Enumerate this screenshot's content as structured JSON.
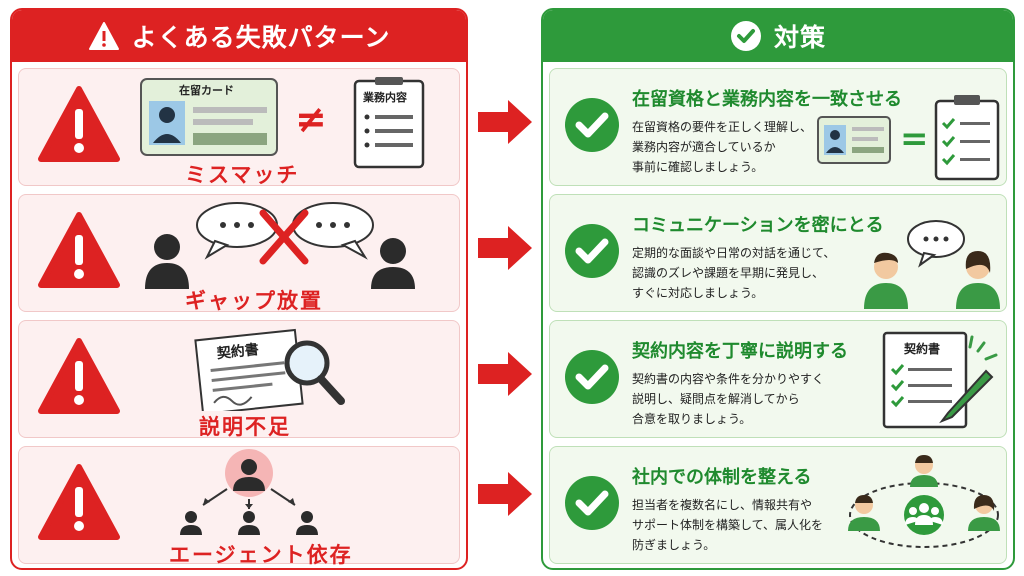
{
  "left_header": {
    "title": "よくある失敗パターン",
    "icon": "warning-icon"
  },
  "right_header": {
    "title": "対策",
    "icon": "check-circle-icon"
  },
  "problems": [
    {
      "label": "ミスマッチ",
      "card_label": "在留カード",
      "doc_label": "業務内容",
      "symbol": "≠"
    },
    {
      "label": "ギャップ放置"
    },
    {
      "label": "説明不足",
      "doc_label": "契約書"
    },
    {
      "label": "エージェント依存"
    }
  ],
  "solutions": [
    {
      "title": "在留資格と業務内容を一致させる",
      "desc": "在留資格の要件を正しく理解し、\n業務内容が適合しているか\n事前に確認しましょう。",
      "symbol": "="
    },
    {
      "title": "コミュニケーションを密にとる",
      "desc": "定期的な面談や日常の対話を通じて、\n認識のズレや課題を早期に発見し、\nすぐに対応しましょう。"
    },
    {
      "title": "契約内容を丁寧に説明する",
      "desc": "契約書の内容や条件を分かりやすく\n説明し、疑問点を解消してから\n合意を取りましょう。",
      "doc_label": "契約書"
    },
    {
      "title": "社内での体制を整える",
      "desc": "担当者を複数名にし、情報共有や\nサポート体制を構築して、属人化を\n防ぎましょう。"
    }
  ],
  "colors": {
    "red": "#dd2222",
    "green": "#2e9a3b",
    "dark_green": "#1f8a2e"
  }
}
